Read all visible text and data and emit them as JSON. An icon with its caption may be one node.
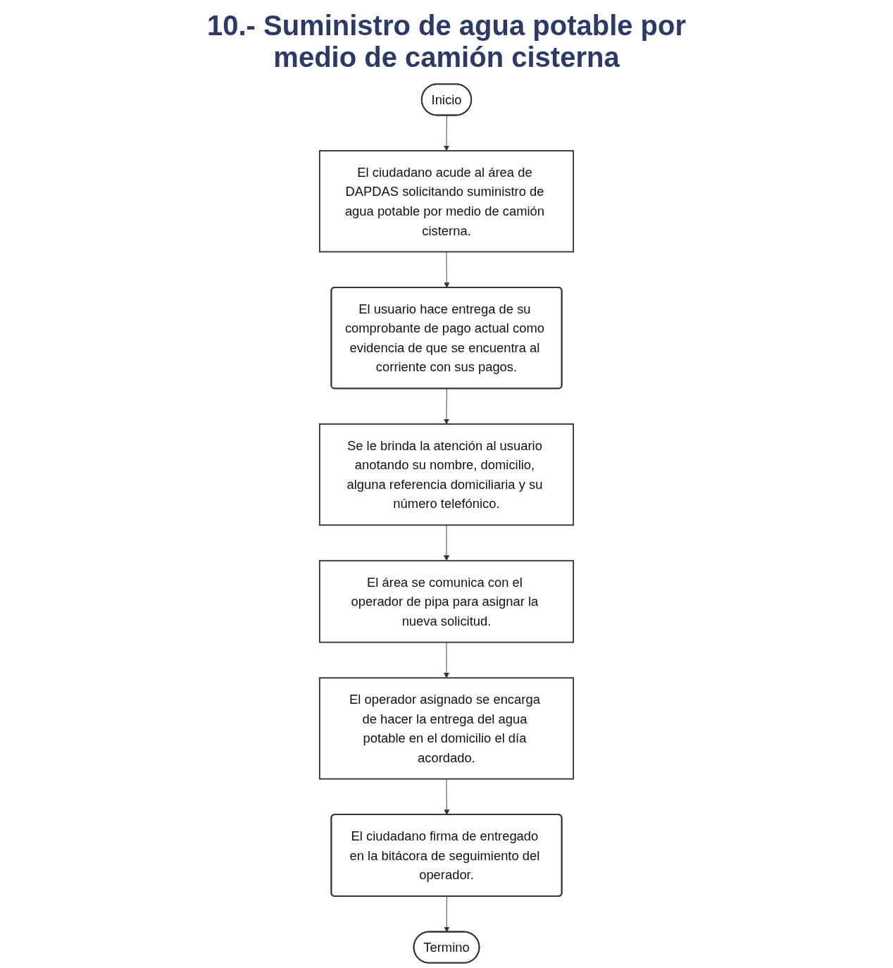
{
  "diagram": {
    "title": "10.- Suministro de agua potable por medio de camión cisterna",
    "nodes": [
      {
        "text": [
          "Inicio"
        ]
      },
      {
        "text": [
          "El ciudadano acude al área de DAPDAS solicitando suministro de agua potable por medio de camión cisterna."
        ]
      },
      {
        "text": [
          "El usuario hace entrega de su comprobante de pago actual como evidencia de que se encuentra al corriente con sus pagos."
        ]
      },
      {
        "text": [
          "Se le brinda la atención al usuario anotando su nombre, domicilio, alguna referencia domiciliaria y su número telefónico."
        ]
      },
      {
        "text": [
          "El área se comunica con el operador de pipa para asignar la nueva solicitud."
        ]
      },
      {
        "text": [
          "El operador asignado se encarga de hacer la entrega del agua potable en el domicilio el día acordado."
        ]
      },
      {
        "text": [
          "El ciudadano firma de entregado en la bitácora de seguimiento del operador."
        ]
      },
      {
        "text": [
          "Termino"
        ]
      }
    ],
    "edges": [
      {
        "from": 0,
        "to": 1,
        "arrow": "to"
      },
      {
        "from": 1,
        "to": 2,
        "arrow": "to"
      },
      {
        "from": 2,
        "to": 3,
        "arrow": "to"
      },
      {
        "from": 3,
        "to": 4,
        "arrow": "to"
      },
      {
        "from": 4,
        "to": 5,
        "arrow": "to"
      },
      {
        "from": 5,
        "to": 6,
        "arrow": "to"
      },
      {
        "from": 6,
        "to": 7,
        "arrow": "to"
      }
    ]
  }
}
